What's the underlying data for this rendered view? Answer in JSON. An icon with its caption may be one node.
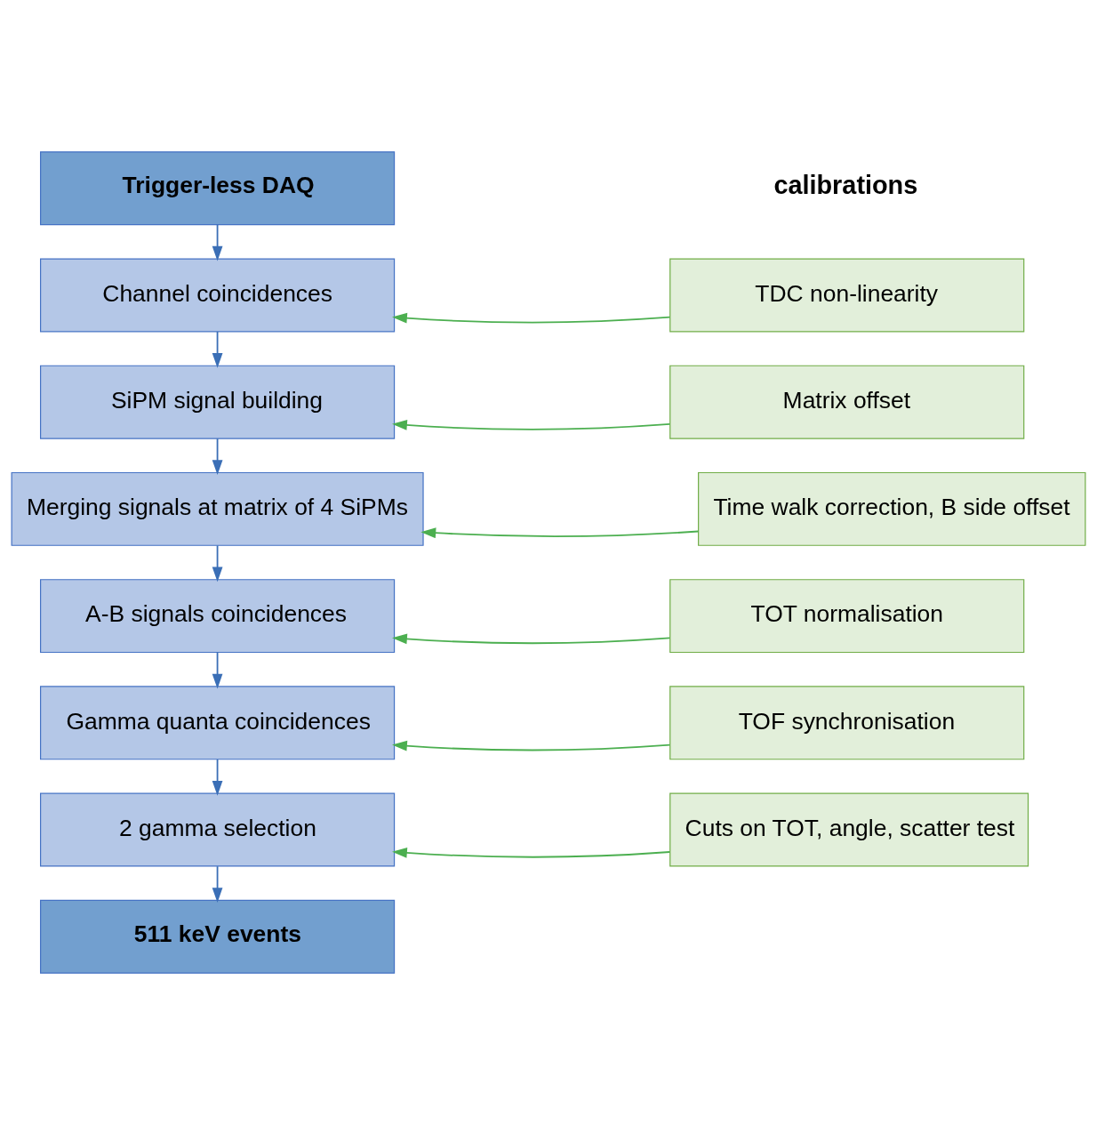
{
  "diagram": {
    "nodes": [
      {
        "text": [
          "Trigger-less DAQ"
        ]
      },
      {
        "text": [
          "Channel coincidences"
        ]
      },
      {
        "text": [
          "SiPM signal building"
        ]
      },
      {
        "text": [
          "Merging signals at matrix of 4 SiPMs"
        ]
      },
      {
        "text": [
          "A-B signals coincidences"
        ]
      },
      {
        "text": [
          "Gamma quanta coincidences"
        ]
      },
      {
        "text": [
          "2 gamma selection"
        ]
      },
      {
        "text": [
          "511 keV events"
        ]
      },
      {
        "text": [
          "TDC non-linearity"
        ]
      },
      {
        "text": [
          "Matrix offset"
        ]
      },
      {
        "text": [
          "Time walk correction, B side offset"
        ]
      },
      {
        "text": [
          "TOT normalisation"
        ]
      },
      {
        "text": [
          "TOF synchronisation"
        ]
      },
      {
        "text": [
          "Cuts on TOT, angle, scatter test"
        ]
      }
    ],
    "edges": [
      {
        "from": 0,
        "to": 1,
        "arrow": "to"
      },
      {
        "from": 1,
        "to": 2,
        "arrow": "to"
      },
      {
        "from": 2,
        "to": 3,
        "arrow": "to"
      },
      {
        "from": 3,
        "to": 4,
        "arrow": "to"
      },
      {
        "from": 4,
        "to": 5,
        "arrow": "to"
      },
      {
        "from": 5,
        "to": 6,
        "arrow": "to"
      },
      {
        "from": 6,
        "to": 7,
        "arrow": "to"
      },
      {
        "from": 8,
        "to": 1,
        "arrow": "to",
        "color": "#4caf50"
      },
      {
        "from": 9,
        "to": 2,
        "arrow": "to",
        "color": "#4caf50"
      },
      {
        "from": 10,
        "to": 3,
        "arrow": "to",
        "color": "#4caf50"
      },
      {
        "from": 11,
        "to": 4,
        "arrow": "to",
        "color": "#4caf50"
      },
      {
        "from": 12,
        "to": 5,
        "arrow": "to",
        "color": "#4caf50"
      },
      {
        "from": 13,
        "to": 6,
        "arrow": "to",
        "color": "#4caf50"
      }
    ],
    "labels": [
      "calibrations"
    ]
  }
}
